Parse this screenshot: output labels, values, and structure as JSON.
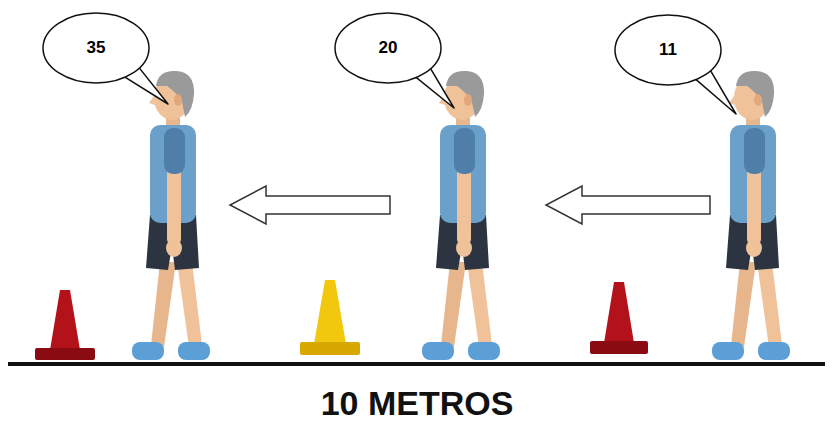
{
  "diagram": {
    "nodes": [
      {
        "text": [
          "35"
        ]
      },
      {
        "text": [
          "20"
        ]
      },
      {
        "text": [
          "11"
        ]
      }
    ],
    "labels": [
      "10 METROS"
    ]
  }
}
